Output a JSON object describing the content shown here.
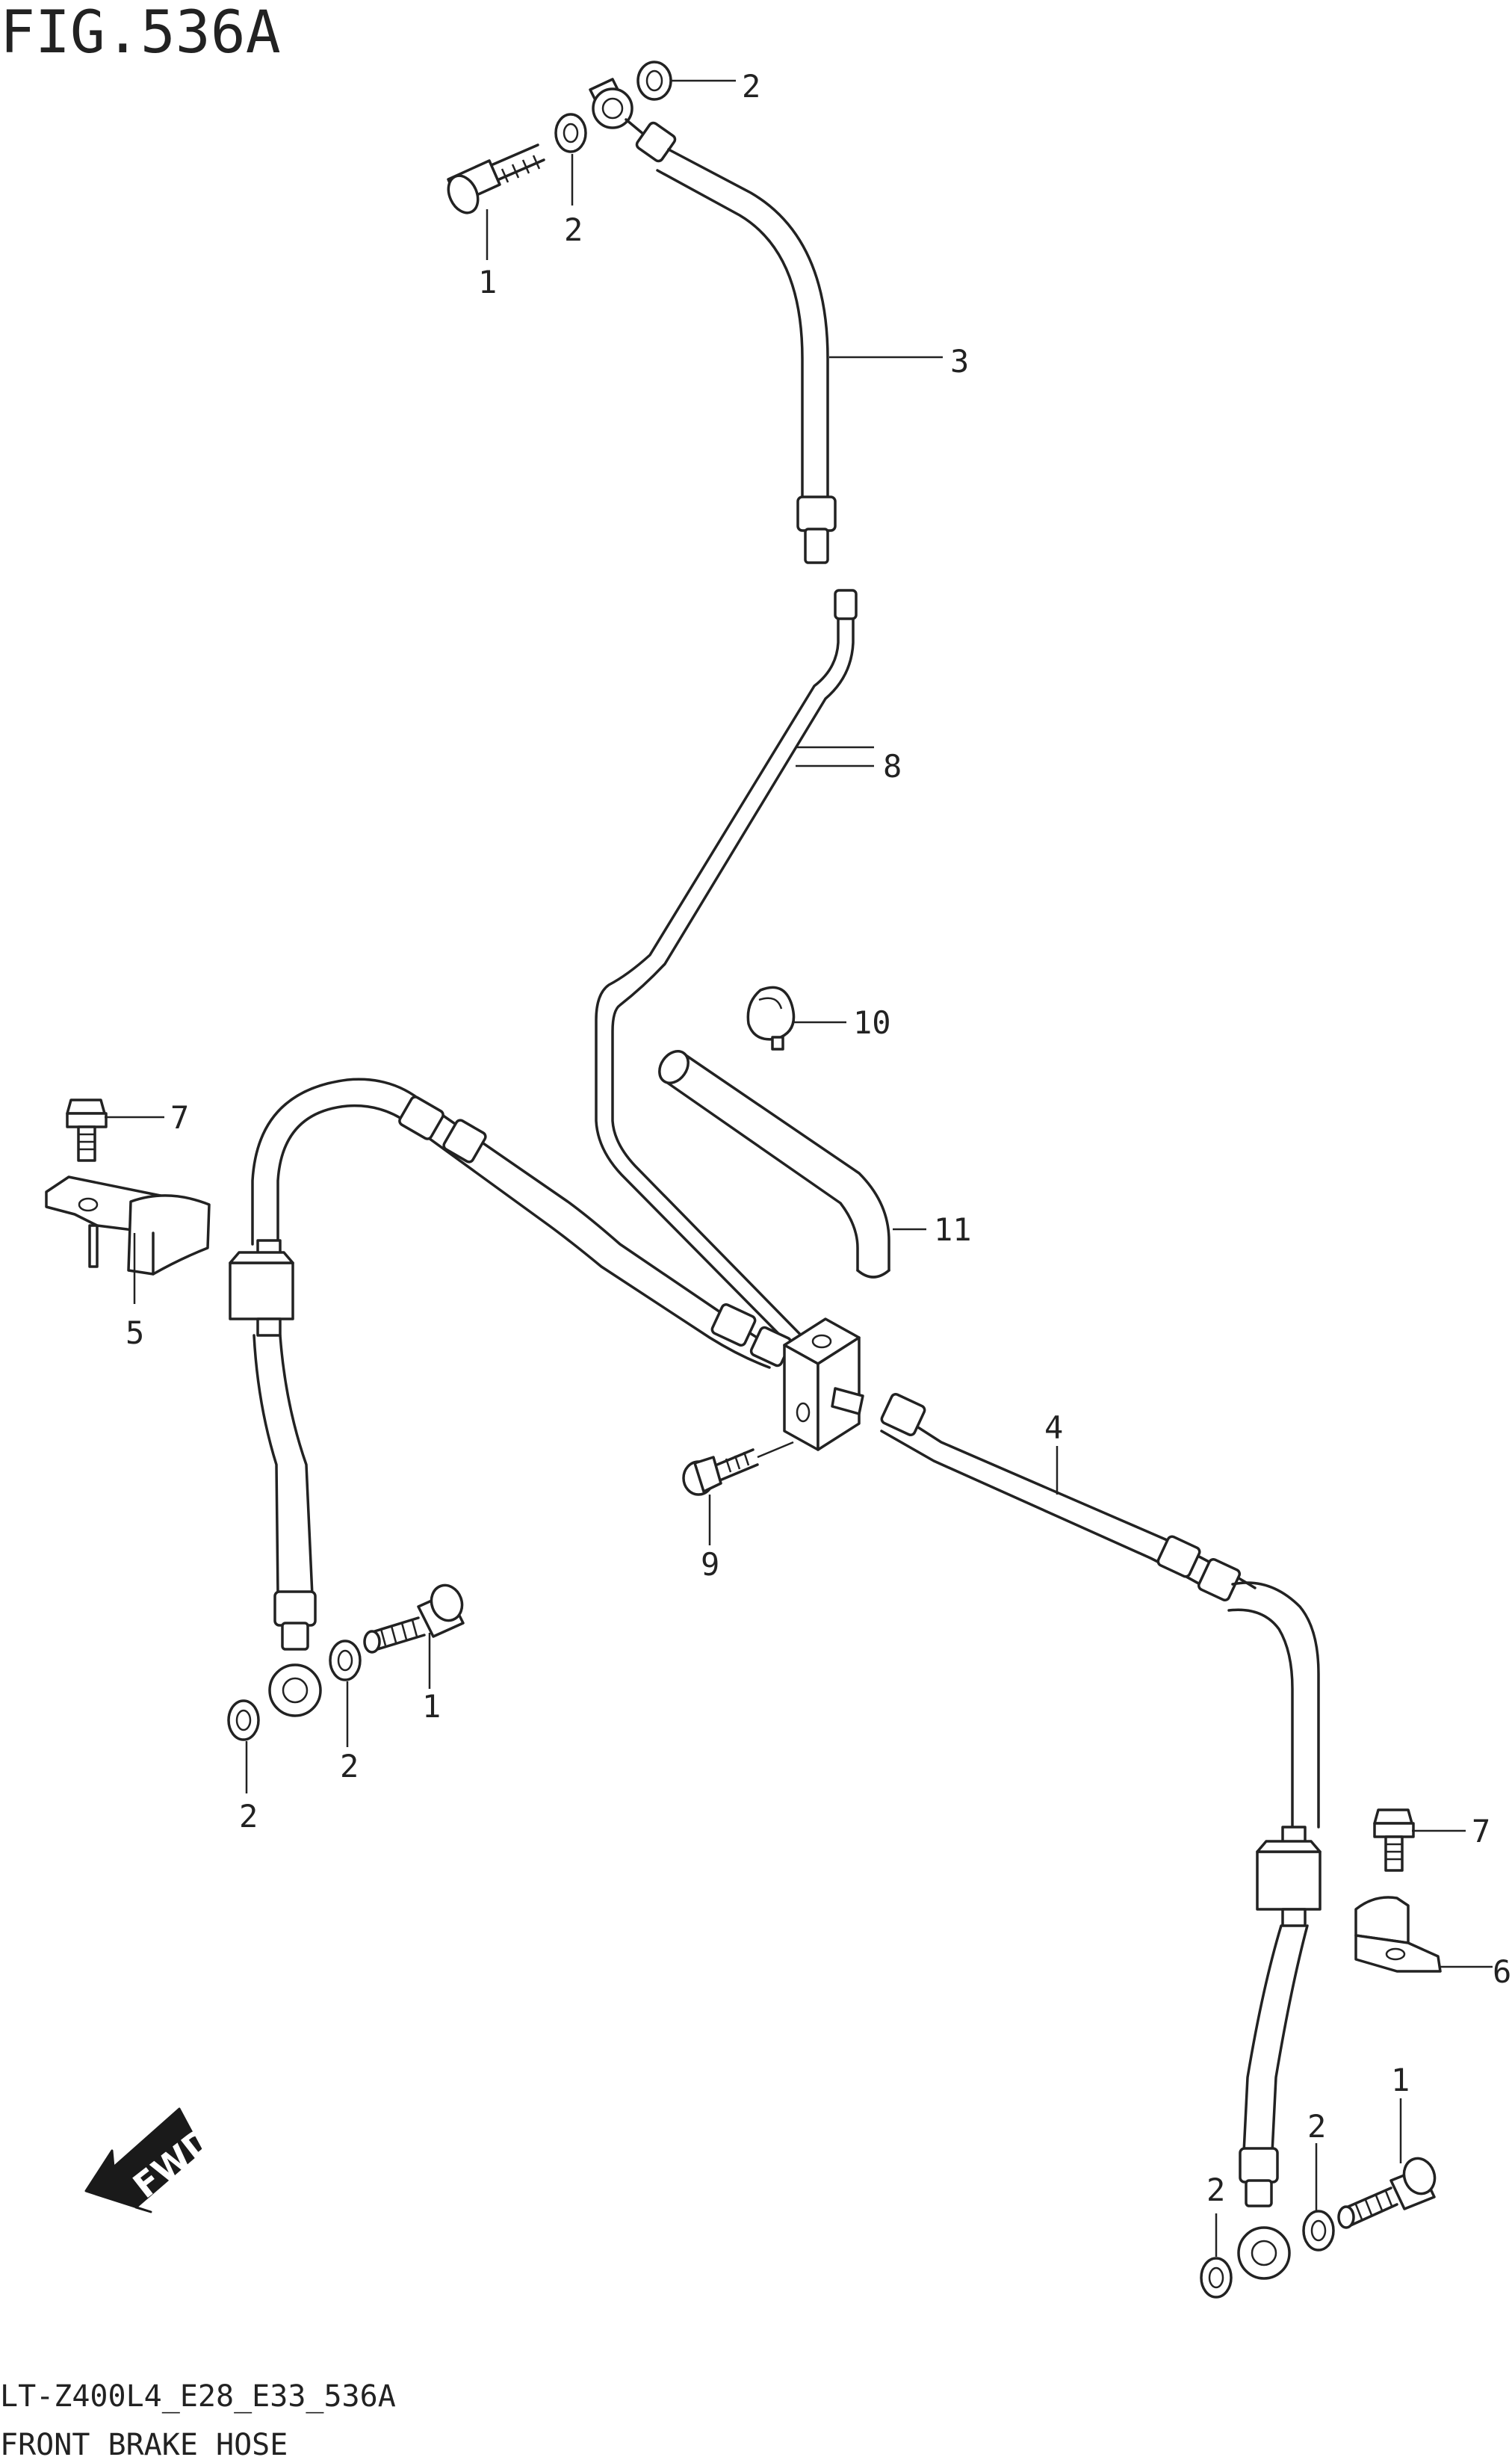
{
  "figure_title": "FIG.536A",
  "model_code": "LT-Z400L4_E28_E33_536A",
  "diagram_title": "FRONT BRAKE HOSE",
  "fwd_label": "FWD",
  "callouts": {
    "c1a": "1",
    "c1b": "1",
    "c1c": "1",
    "c2a": "2",
    "c2b": "2",
    "c2c": "2",
    "c2d": "2",
    "c2e": "2",
    "c2f": "2",
    "c3": "3",
    "c4": "4",
    "c5": "5",
    "c6": "6",
    "c7a": "7",
    "c7b": "7",
    "c8": "8",
    "c9": "9",
    "c10": "10",
    "c11": "11"
  }
}
